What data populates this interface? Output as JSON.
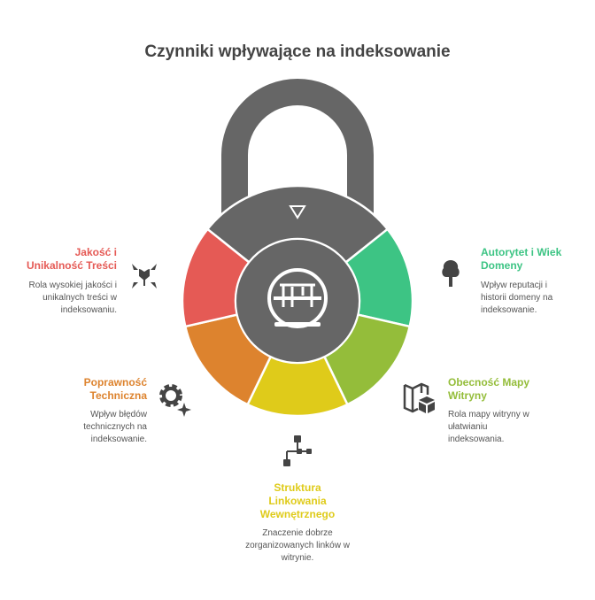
{
  "title": "Czynniki wpływające na indeksowanie",
  "colors": {
    "dark": "#666666",
    "red": "#E55A55",
    "green": "#3DC484",
    "lime": "#94BD3A",
    "yellow": "#DFCB1A",
    "orange": "#DD832E"
  },
  "factors": [
    {
      "title": "Jakość i Unikalność Treści",
      "desc": "Rola wysokiej jakości i unikalnych treści w indeksowaniu.",
      "color": "#E55A55",
      "icon": "convergence-icon"
    },
    {
      "title": "Autorytet i Wiek Domeny",
      "desc": "Wpływ reputacji i historii domeny na indeksowanie.",
      "color": "#3DC484",
      "icon": "tree-icon"
    },
    {
      "title": "Poprawność Techniczna",
      "desc": "Wpływ błędów technicznych na indeksowanie.",
      "color": "#DD832E",
      "icon": "gear-sparkle-icon"
    },
    {
      "title": "Obecność Mapy Witryny",
      "desc": "Rola mapy witryny w ułatwianiu indeksowania.",
      "color": "#94BD3A",
      "icon": "map-box-icon"
    },
    {
      "title": "Struktura Linkowania Wewnętrznego",
      "desc": "Znaczenie dobrze zorganizowanych linków w witrynie.",
      "color": "#DFCB1A",
      "icon": "hierarchy-icon"
    }
  ]
}
